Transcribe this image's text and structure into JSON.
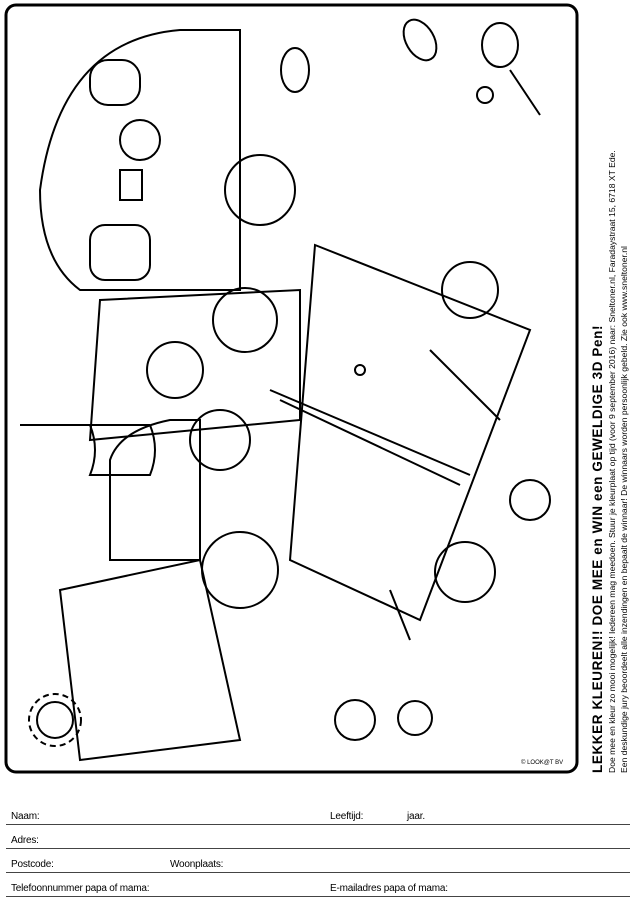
{
  "sidebar": {
    "title": "LEKKER KLEUREN!! DOE MEE en WIN een GEWELDIGE 3D Pen!",
    "line1": "Doe mee en kleur zo mooi mogelijk! Iedereen mag meedoen. Stuur je kleurplaat op tijd (voor 9 september 2016) naar: Sneltoner.nl, Faradaystraat 15, 6718 XT Ede.",
    "line2": "Een deskundige jury beoordeelt alle inzendingen en bepaalt de winnaar! De winnaars worden persoonlijk gebeld. Zie ook www.sneltoner.nl"
  },
  "copyright": "© LOOK@T BV",
  "form": {
    "name": "Naam:",
    "age": "Leeftijd:",
    "age_unit": "jaar.",
    "address": "Adres:",
    "postcode": "Postcode:",
    "city": "Woonplaats:",
    "phone": "Telefoonnummer papa of mama:",
    "email": "E-mailadres papa of mama:"
  }
}
